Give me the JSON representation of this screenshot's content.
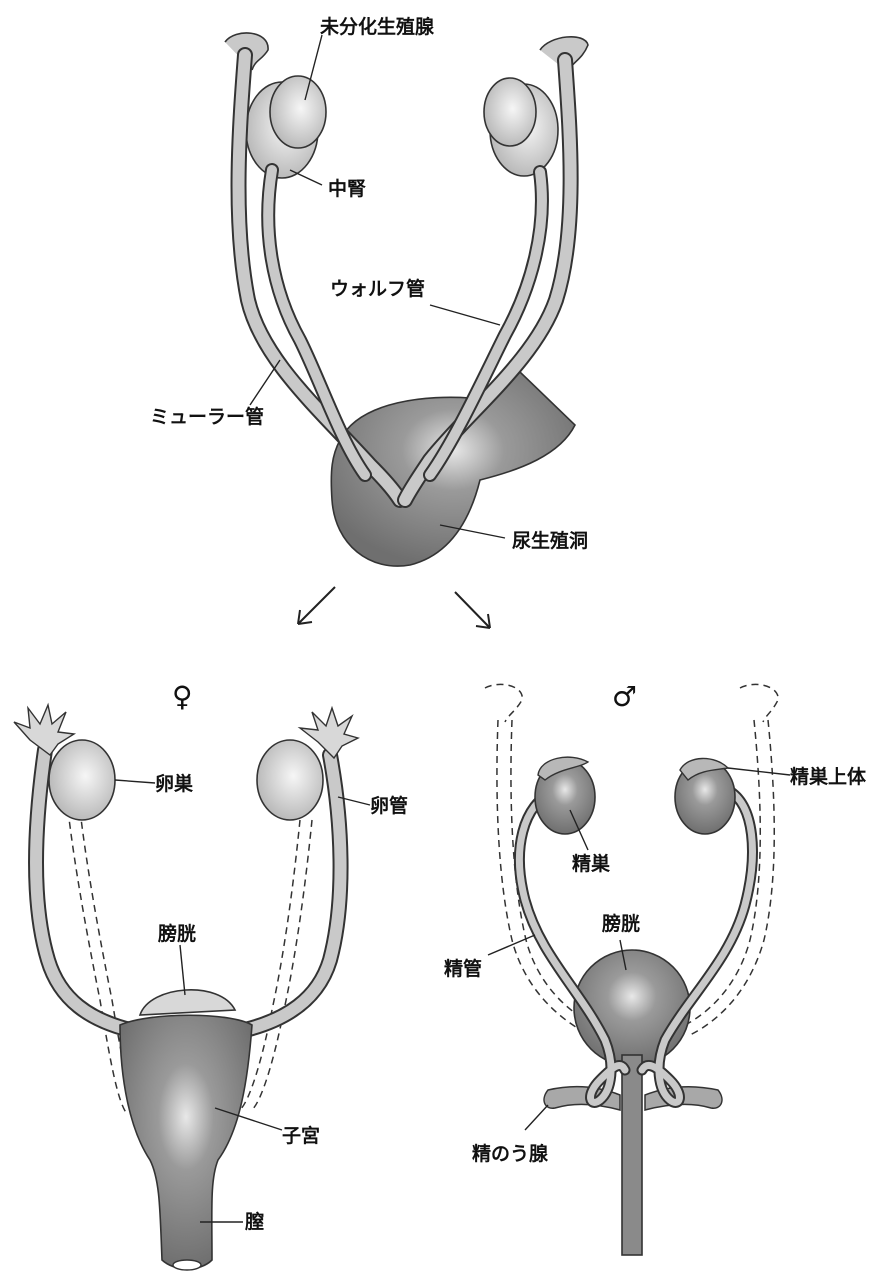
{
  "colors": {
    "organ_dark": "#7d7d7d",
    "organ_mid": "#a5a5a5",
    "organ_light": "#dcdcdc",
    "tube": "#c9c9c9",
    "outline": "#333333"
  },
  "top": {
    "labels": {
      "gonad": "未分化生殖腺",
      "mesonephros": "中腎",
      "wolffian": "ウォルフ管",
      "mullerian": "ミューラー管",
      "urogenital_sinus": "尿生殖洞"
    }
  },
  "female": {
    "symbol": "♀",
    "labels": {
      "ovary": "卵巣",
      "oviduct": "卵管",
      "bladder": "膀胱",
      "uterus": "子宮",
      "vagina": "膣"
    }
  },
  "male": {
    "symbol": "♂",
    "labels": {
      "epididymis": "精巣上体",
      "testis": "精巣",
      "bladder": "膀胱",
      "vas_deferens": "精管",
      "seminal_vesicle": "精のう腺"
    }
  },
  "icons": [
    "arrow-down-left-icon",
    "arrow-down-right-icon"
  ]
}
